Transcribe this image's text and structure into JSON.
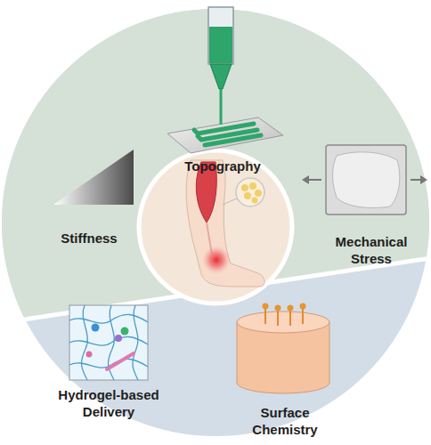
{
  "diagram": {
    "nodes": [
      {
        "text": [
          "Topography"
        ]
      },
      {
        "text": [
          "Stiffness"
        ]
      },
      {
        "text": [
          "Mechanical Stress"
        ]
      },
      {
        "text": [
          "Hydrogel-based Delivery"
        ]
      },
      {
        "text": [
          "Surface Chemistry"
        ]
      }
    ],
    "edges": []
  }
}
